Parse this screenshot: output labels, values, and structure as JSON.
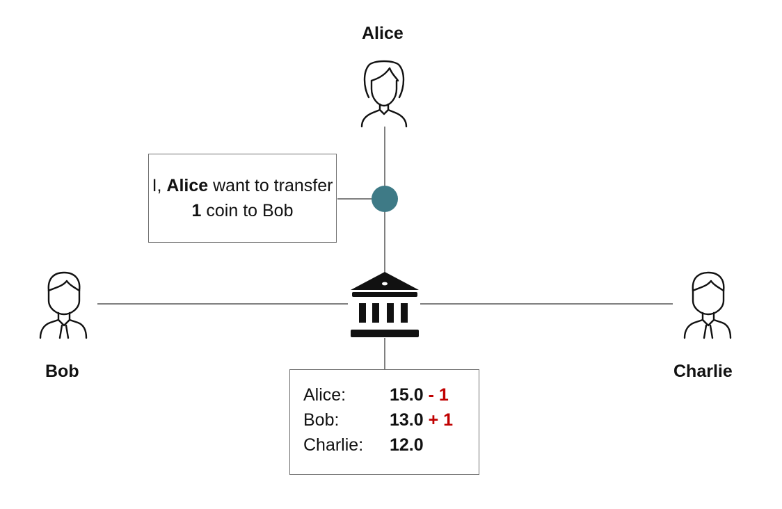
{
  "nodes": {
    "alice": "Alice",
    "bob": "Bob",
    "charlie": "Charlie"
  },
  "message": {
    "prefix": "I, ",
    "sender": "Alice",
    "middle": " want to transfer ",
    "amount": "1",
    "suffix": " coin to Bob"
  },
  "ledger": [
    {
      "name": "Alice:",
      "balance": "15.0",
      "delta": "- 1"
    },
    {
      "name": "Bob:",
      "balance": "13.0",
      "delta": "+ 1"
    },
    {
      "name": "Charlie:",
      "balance": "12.0",
      "delta": ""
    }
  ],
  "icons": {
    "alice": "woman-user-icon",
    "bob": "man-user-icon",
    "charlie": "man-user-icon",
    "center": "bank-icon",
    "junction": "transaction-dot"
  },
  "colors": {
    "junction": "#3e7a86",
    "delta": "#c00000"
  }
}
